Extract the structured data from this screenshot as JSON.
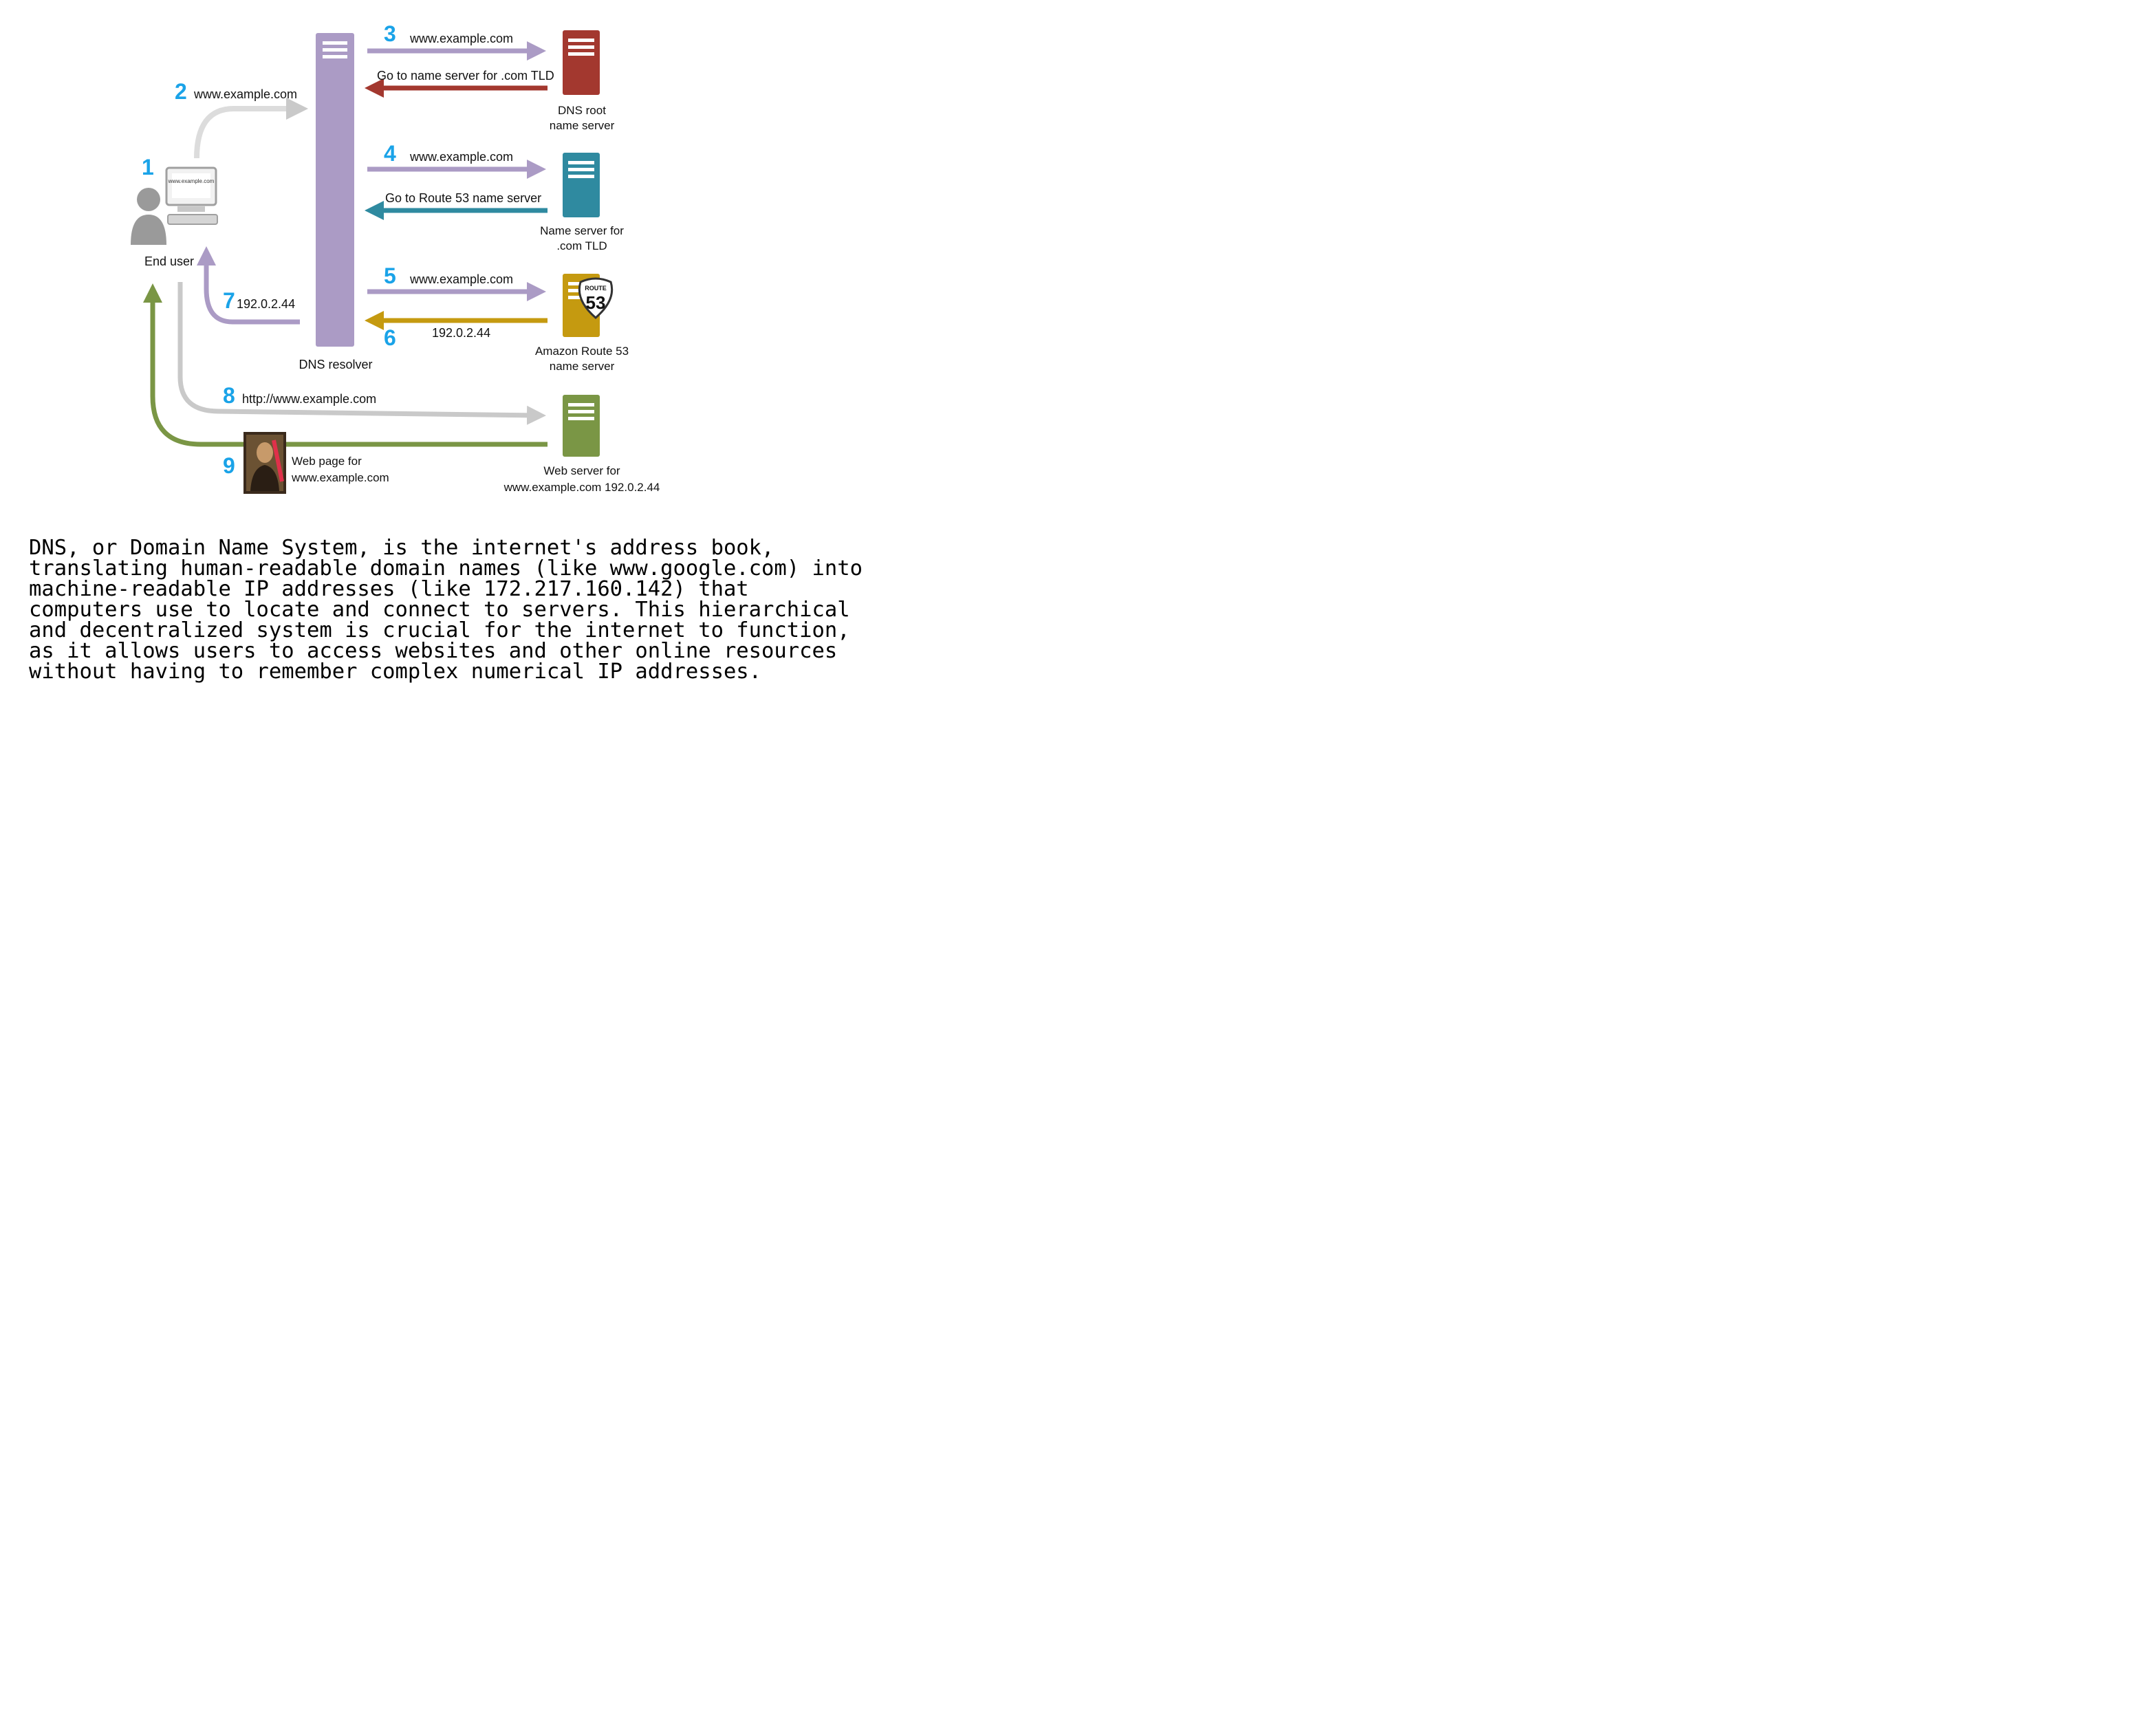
{
  "diagram": {
    "nodes": {
      "end_user": {
        "label": "End user",
        "screen_text": "www.example.com"
      },
      "dns_resolver": {
        "label": "DNS resolver"
      },
      "dns_root": {
        "label_line1": "DNS root",
        "label_line2": "name server"
      },
      "tld_server": {
        "label_line1": "Name server for",
        "label_line2": ".com TLD"
      },
      "route53_server": {
        "label_line1": "Amazon Route 53",
        "label_line2": "name server",
        "badge_top": "ROUTE",
        "badge_number": "53"
      },
      "web_server": {
        "label_line1": "Web server for",
        "label_line2": "www.example.com 192.0.2.44"
      }
    },
    "steps": [
      {
        "number": "1",
        "label": ""
      },
      {
        "number": "2",
        "label": "www.example.com"
      },
      {
        "number": "3",
        "label": "www.example.com",
        "return_label": "Go to name server for .com TLD"
      },
      {
        "number": "4",
        "label": "www.example.com",
        "return_label": "Go to Route 53 name server"
      },
      {
        "number": "5",
        "label": "www.example.com"
      },
      {
        "number": "6",
        "label": "192.0.2.44"
      },
      {
        "number": "7",
        "label": "192.0.2.44"
      },
      {
        "number": "8",
        "label": "http://www.example.com"
      },
      {
        "number": "9",
        "label_line1": "Web page for",
        "label_line2": "www.example.com"
      }
    ],
    "colors": {
      "step_number": "#1aa3e8",
      "resolver": "#ab9bc5",
      "root_server": "#a3382f",
      "tld_server": "#2f8aa0",
      "route53_server": "#c59a10",
      "web_server": "#7a9645",
      "request_arrow": "#ab9bc5",
      "http_arrow": "#c4c4c4",
      "response_arrow_web": "#7a9645"
    }
  },
  "description": "DNS, or Domain Name System, is the internet's address book, translating human-readable domain names (like www.google.com) into machine-readable IP addresses (like 172.217.160.142) that computers use to locate and connect to servers. This hierarchical and decentralized system is crucial for the internet to function, as it allows users to access websites and other online resources without having to remember complex numerical IP addresses."
}
